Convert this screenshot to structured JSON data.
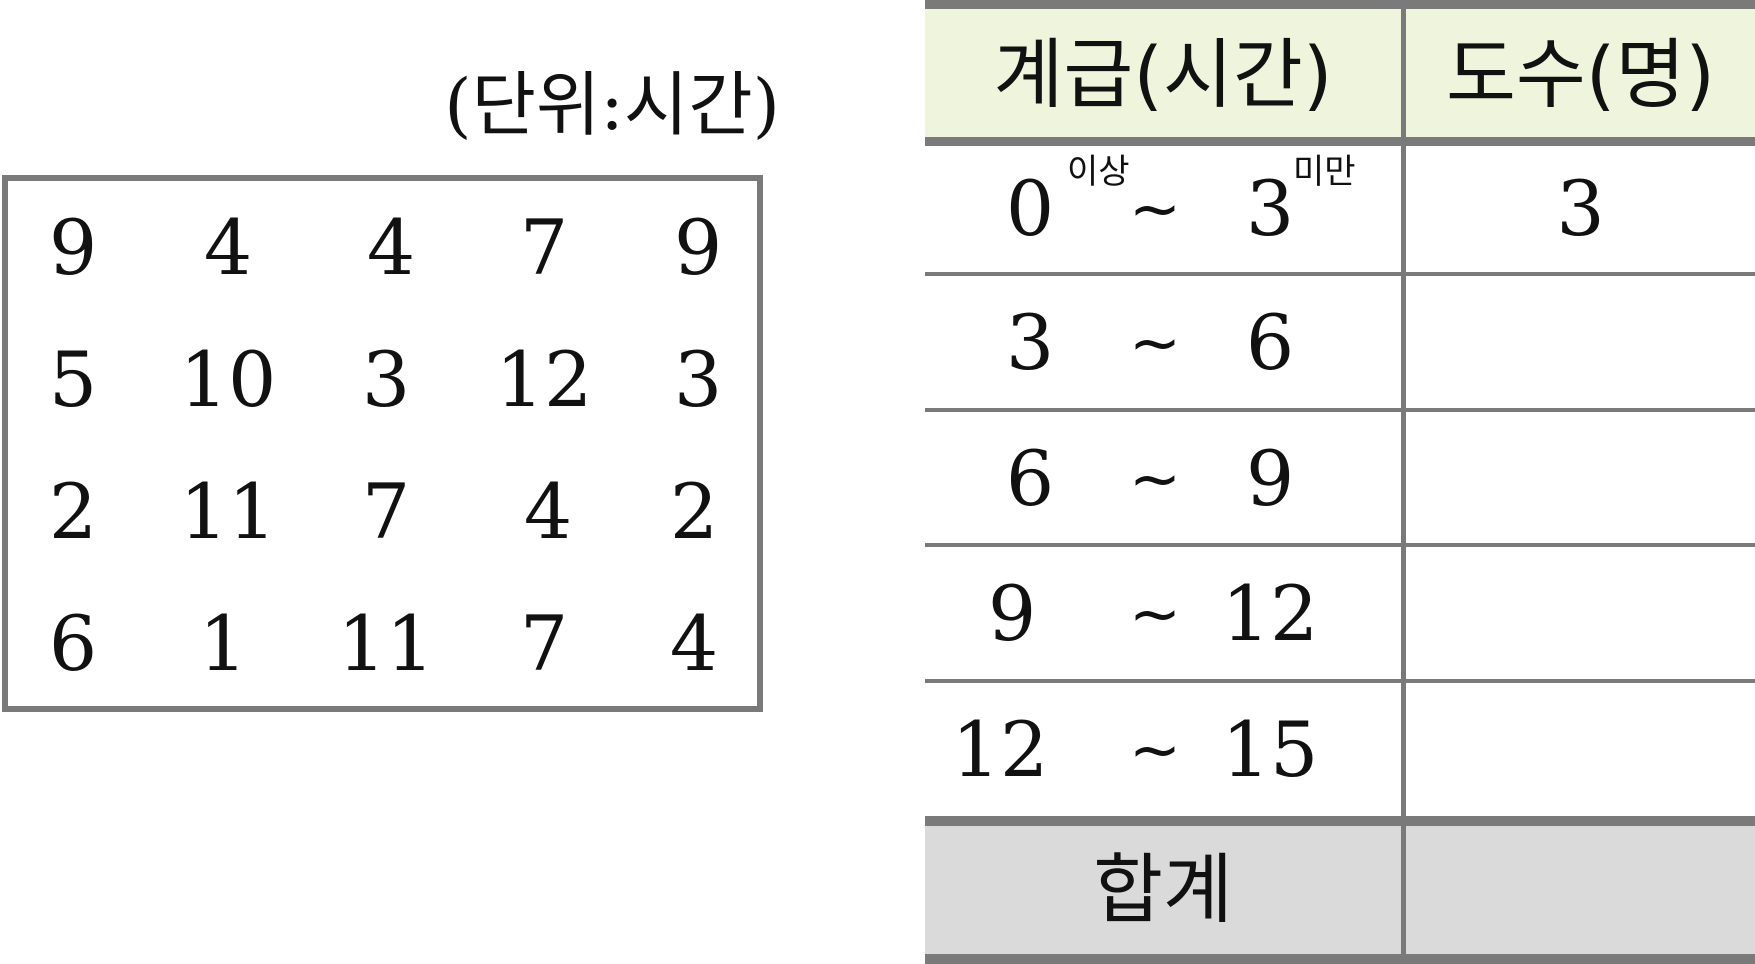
{
  "unit_label": "(단위:시간)",
  "raw_data": [
    [
      "9",
      "4",
      "4",
      "7",
      "9"
    ],
    [
      "5",
      "10",
      "3",
      "12",
      "3"
    ],
    [
      "2",
      "11",
      "7",
      "4",
      "2"
    ],
    [
      "6",
      "1",
      "11",
      "7",
      "4"
    ]
  ],
  "table": {
    "header_class": "계급(시간)",
    "header_freq": "도수(명)",
    "tilde": "~",
    "sup_above": "이상",
    "sup_below": "미만",
    "rows": [
      {
        "low": "0",
        "high": "3",
        "freq": "3"
      },
      {
        "low": "3",
        "high": "6",
        "freq": ""
      },
      {
        "low": "6",
        "high": "9",
        "freq": ""
      },
      {
        "low": "9",
        "high": "12",
        "freq": ""
      },
      {
        "low": "12",
        "high": "15",
        "freq": ""
      }
    ],
    "total_label": "합계",
    "total_value": ""
  },
  "colors": {
    "border": "#7a7a7a",
    "header_bg": "#eef5dc",
    "footer_bg": "#dadada"
  }
}
